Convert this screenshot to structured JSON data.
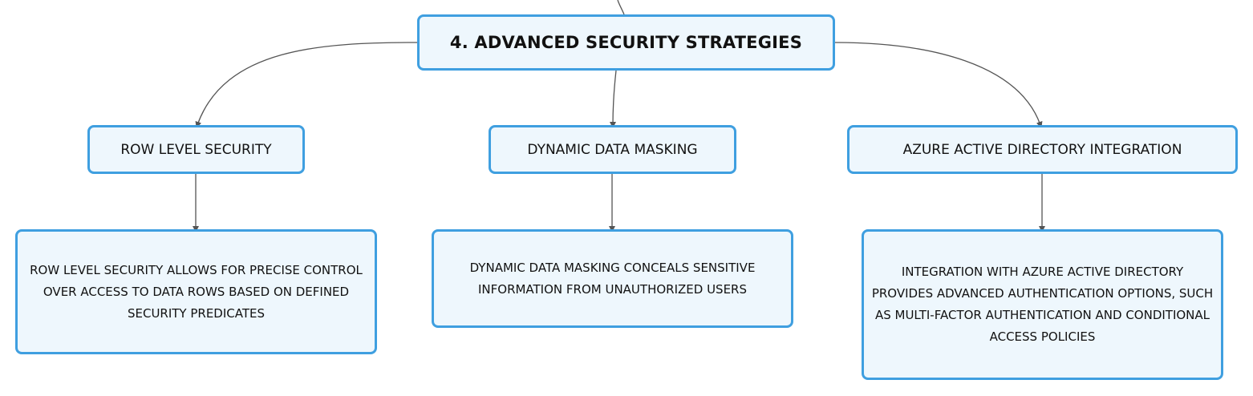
{
  "colors": {
    "node_fill": "#eef7fd",
    "node_border": "#3f9fe0",
    "connector": "#555555",
    "text": "#111111"
  },
  "root": {
    "title": "4. ADVANCED SECURITY STRATEGIES"
  },
  "branches": [
    {
      "title": "ROW LEVEL SECURITY",
      "detail": "ROW LEVEL SECURITY ALLOWS FOR PRECISE CONTROL OVER ACCESS TO DATA ROWS BASED ON DEFINED SECURITY PREDICATES"
    },
    {
      "title": "DYNAMIC DATA MASKING",
      "detail": "DYNAMIC DATA MASKING CONCEALS SENSITIVE INFORMATION FROM UNAUTHORIZED USERS"
    },
    {
      "title": "AZURE ACTIVE DIRECTORY INTEGRATION",
      "detail": "INTEGRATION WITH AZURE ACTIVE DIRECTORY PROVIDES ADVANCED AUTHENTICATION OPTIONS, SUCH AS MULTI-FACTOR AUTHENTICATION AND CONDITIONAL ACCESS POLICIES"
    }
  ]
}
